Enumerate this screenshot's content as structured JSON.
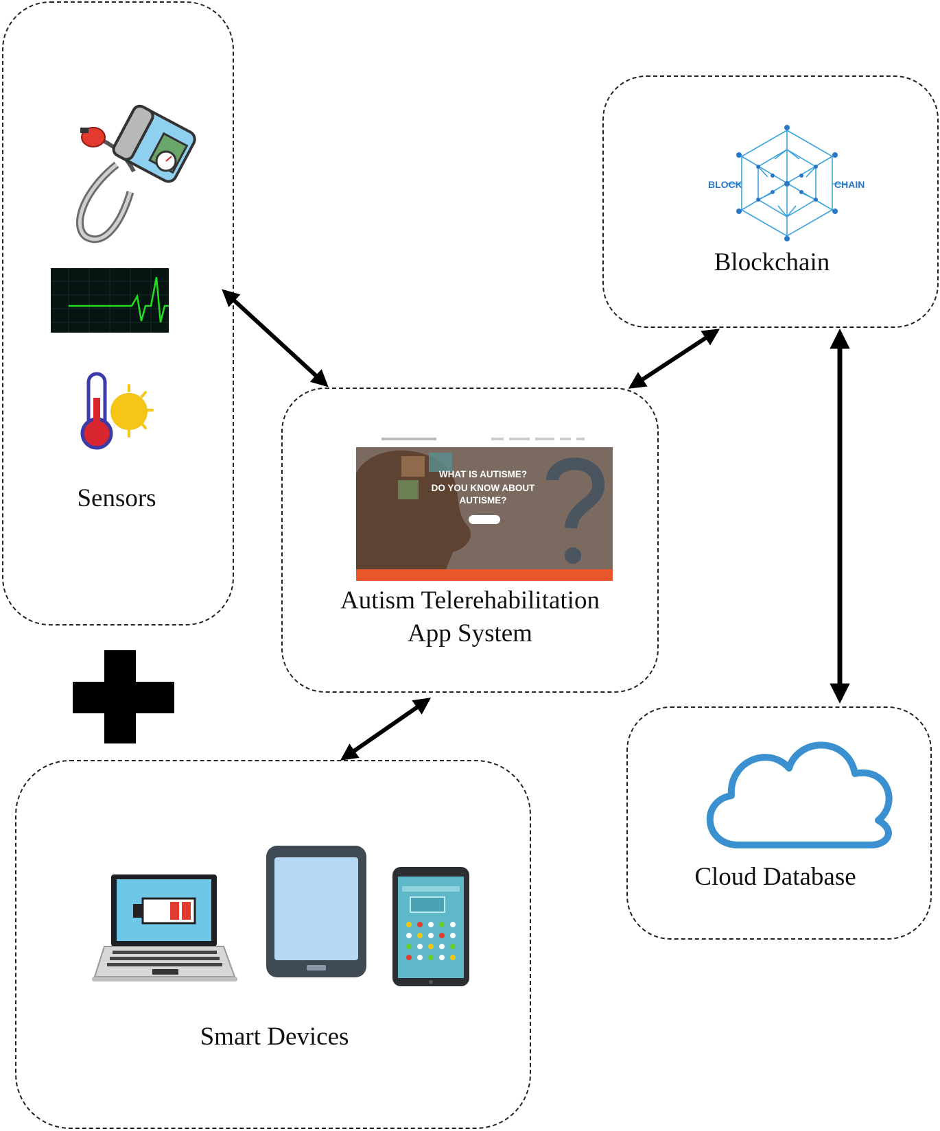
{
  "nodes": {
    "sensors": {
      "label": "Sensors"
    },
    "blockchain": {
      "label": "Blockchain",
      "logo_left": "BLOCK",
      "logo_right": "CHAIN"
    },
    "app": {
      "label_line1": "Autism Telerehabilitation",
      "label_line2": "App System",
      "hero_line1": "WHAT IS AUTISME?",
      "hero_line2": "DO YOU KNOW ABOUT",
      "hero_line3": "AUTISME?"
    },
    "cloud": {
      "label": "Cloud Database"
    },
    "devices": {
      "label": "Smart Devices"
    }
  },
  "icons": [
    "blood-pressure-monitor-icon",
    "ecg-monitor-icon",
    "thermometer-sun-icon",
    "blockchain-logo-icon",
    "app-screenshot-icon",
    "cloud-icon",
    "laptop-icon",
    "tablet-icon",
    "smartphone-icon",
    "plus-icon"
  ],
  "edges": [
    {
      "from": "sensors",
      "to": "app",
      "direction": "both"
    },
    {
      "from": "blockchain",
      "to": "app",
      "direction": "both"
    },
    {
      "from": "blockchain",
      "to": "cloud",
      "direction": "both"
    },
    {
      "from": "app",
      "to": "devices",
      "direction": "both"
    }
  ],
  "colors": {
    "arrow": "#000000",
    "border": "#222222",
    "cloud": "#3b91cf",
    "blockchain": "#2a79c9",
    "ecg_line": "#22dd22",
    "app_hero": "#7b6a5f",
    "app_bar": "#e8562a"
  }
}
